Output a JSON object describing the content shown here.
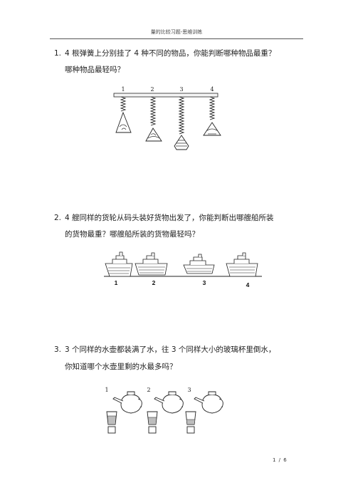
{
  "header": {
    "title": "量的比较习题-思维训练"
  },
  "questions": [
    {
      "number": "1.",
      "lines": [
        "4 根弹簧上分别挂了 4 种不同的物品，你能判断哪种物品最重？",
        "哪种物品最轻吗？"
      ],
      "figure_labels": [
        "1",
        "2",
        "3",
        "4"
      ]
    },
    {
      "number": "2.",
      "lines": [
        "4 艘同样的货轮从码头装好货物出发了，你能判断出哪艘船所装",
        "的货物最重？哪艘船所装的货物最轻吗？"
      ],
      "figure_labels": [
        "1",
        "2",
        "3",
        "4"
      ]
    },
    {
      "number": "3.",
      "lines": [
        "3 个同样的水壶都装满了水，往 3 个同样大小的玻璃杯里倒水，",
        "你知道哪个水壶里剩的水最多吗？"
      ],
      "figure_labels": [
        "1",
        "2",
        "3"
      ]
    }
  ],
  "footer": {
    "page": "1 / 6"
  }
}
